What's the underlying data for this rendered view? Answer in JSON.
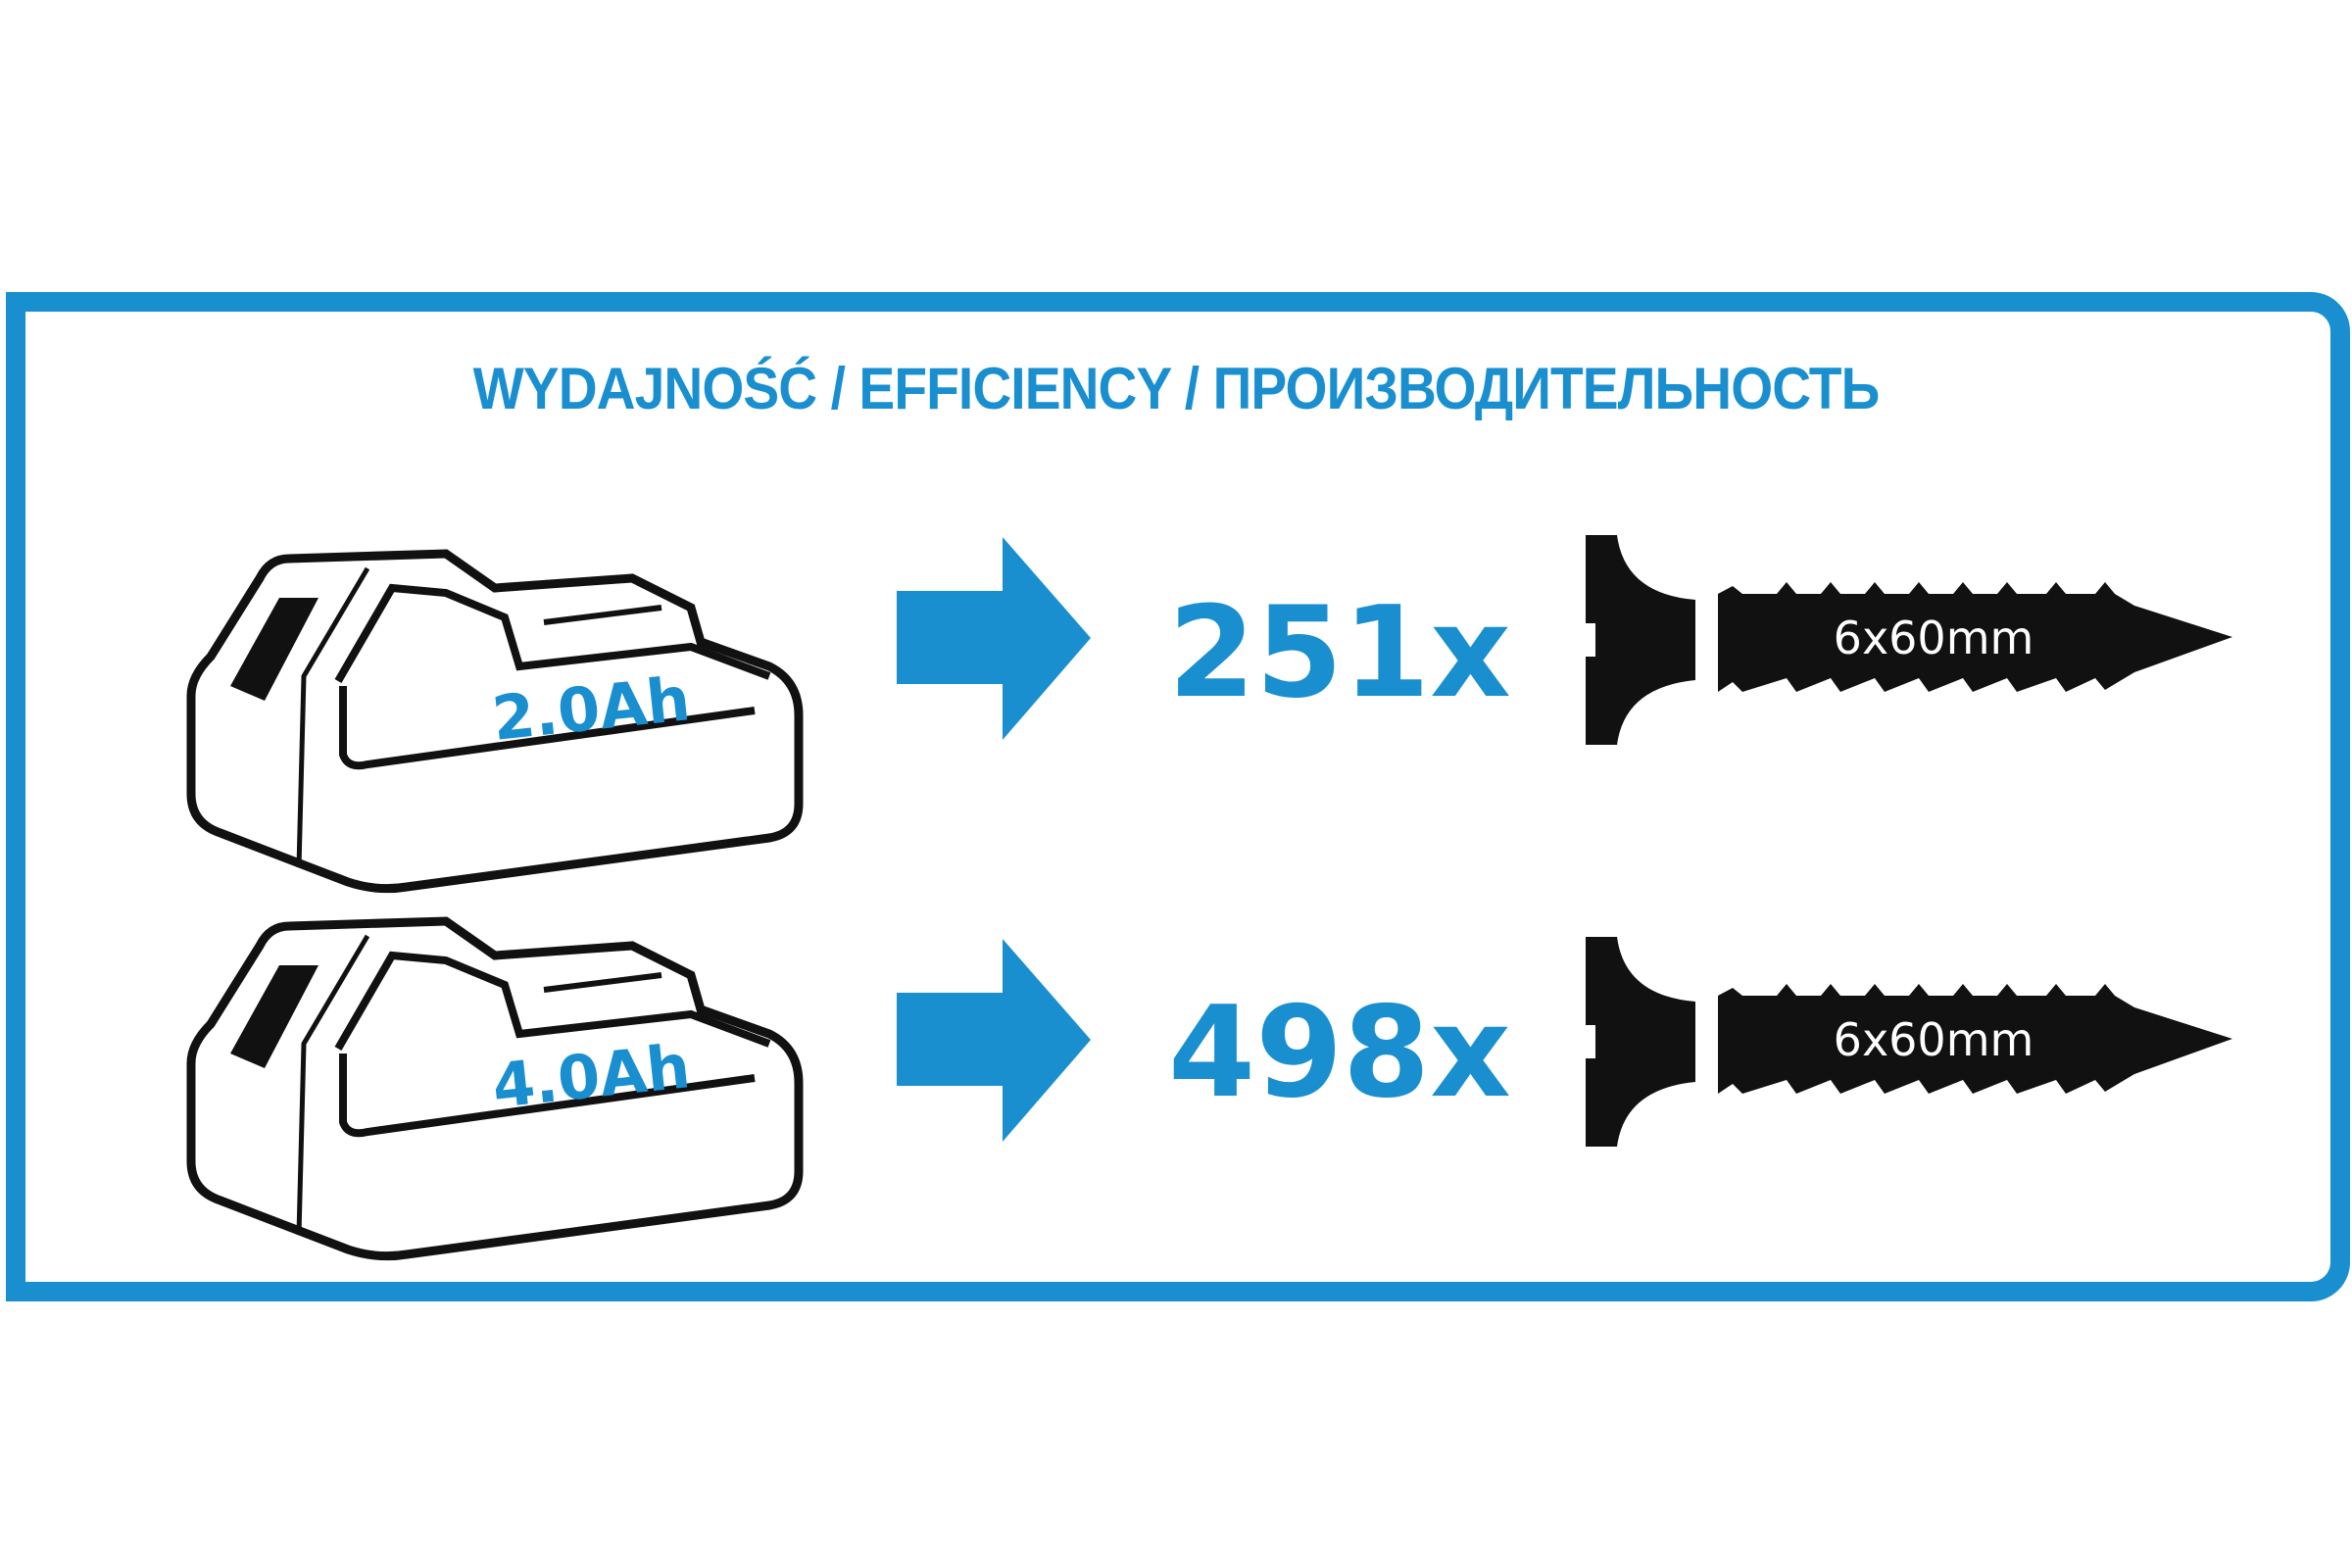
{
  "title": "WYDAJNOŚĆ / EFFICIENCY / ПРОИЗВОДИТЕЛЬНОСТЬ",
  "rows": [
    {
      "battery": "2.0Ah",
      "count": "251x",
      "screw": "6x60mm"
    },
    {
      "battery": "4.0Ah",
      "count": "498x",
      "screw": "6x60mm"
    }
  ],
  "colors": {
    "accent": "#1a8fd0",
    "ink": "#111111"
  },
  "icons": [
    "battery-icon",
    "arrow-right-icon",
    "screw-icon"
  ]
}
